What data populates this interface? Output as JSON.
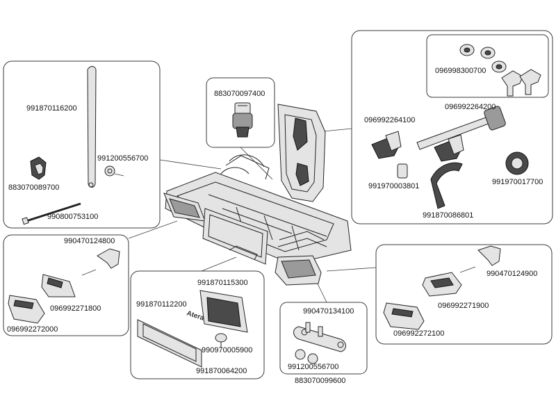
{
  "labels": {
    "p991870116200": "991870116200",
    "p991200556700_top": "991200556700",
    "p883070089700": "883070089700",
    "p990800753100": "990800753100",
    "p883070097400": "883070097400",
    "p096998300700": "096998300700",
    "p096992264200": "096992264200",
    "p096992264100": "096992264100",
    "p991970003801": "991970003801",
    "p991970017700": "991970017700",
    "p991870086801": "991870086801",
    "p990470124800": "990470124800",
    "p096992271800": "096992271800",
    "p096992272000": "096992272000",
    "p991870115300": "991870115300",
    "p991870112200": "991870112200",
    "p990970005900": "990970005900",
    "p991870064200": "991870064200",
    "p990470134100": "990470134100",
    "p991200556700_bottom": "991200556700",
    "p883070099600": "883070099600",
    "p990470124900": "990470124900",
    "p096992271900": "096992271900",
    "p096992272100": "096992272100"
  },
  "plate_text": "Atera"
}
